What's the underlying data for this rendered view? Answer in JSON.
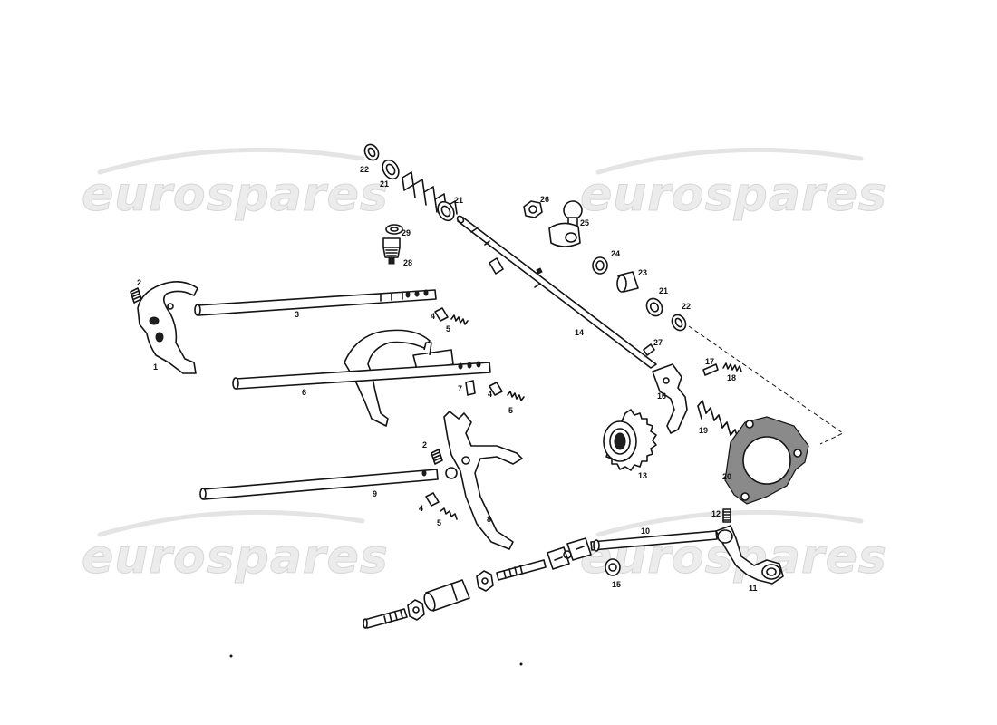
{
  "watermark": {
    "text": "eurospares"
  },
  "callouts": {
    "c1": "1",
    "c2a": "2",
    "c2b": "2",
    "c3": "3",
    "c4a": "4",
    "c4b": "4",
    "c4c": "4",
    "c5a": "5",
    "c5b": "5",
    "c5c": "5",
    "c6": "6",
    "c7": "7",
    "c8": "8",
    "c9": "9",
    "c10": "10",
    "c11": "11",
    "c12": "12",
    "c13": "13",
    "c14": "14",
    "c15": "15",
    "c16": "16",
    "c17": "17",
    "c18": "18",
    "c19": "19",
    "c20": "20",
    "c21a": "21",
    "c21b": "21",
    "c21c": "21",
    "c22a": "22",
    "c22b": "22",
    "c23": "23",
    "c24": "24",
    "c25": "25",
    "c26": "26",
    "c27": "27",
    "c28": "28",
    "c29": "29"
  }
}
